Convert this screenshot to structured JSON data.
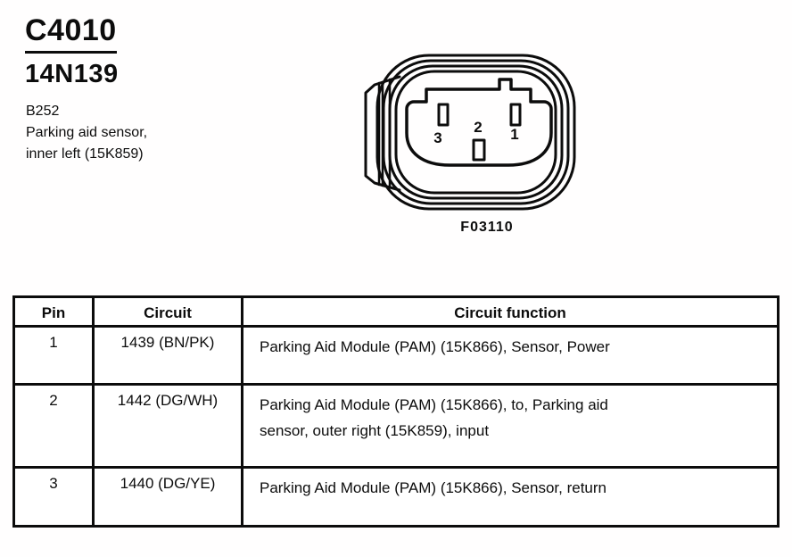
{
  "header": {
    "connector_id": "C4010",
    "part_number": "14N139",
    "location": "B252",
    "description_line1": "Parking aid sensor,",
    "description_line2": "inner left (15K859)"
  },
  "diagram": {
    "caption": "F03110",
    "pin_labels": {
      "pin1": "1",
      "pin2": "2",
      "pin3": "3"
    }
  },
  "table": {
    "headers": [
      "Pin",
      "Circuit",
      "Circuit function"
    ],
    "rows": [
      {
        "pin": "1",
        "circuit": "1439 (BN/PK)",
        "function": "Parking Aid Module (PAM) (15K866), Sensor, Power"
      },
      {
        "pin": "2",
        "circuit": "1442 (DG/WH)",
        "function": "Parking Aid Module (PAM) (15K866), to, Parking aid sensor, outer right (15K859), input"
      },
      {
        "pin": "3",
        "circuit": "1440 (DG/YE)",
        "function": "Parking Aid Module (PAM) (15K866), Sensor, return"
      }
    ]
  },
  "colors": {
    "ink": "#0c0c0c",
    "paper": "#ffffff"
  }
}
